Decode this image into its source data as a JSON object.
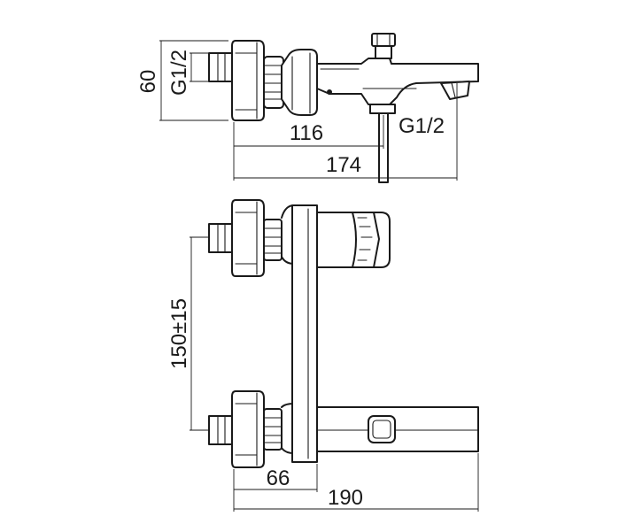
{
  "dimensions": {
    "top_height": "60",
    "inlet_thread": "G1/2",
    "outlet_thread": "G1/2",
    "spout_offset": "116",
    "total_depth": "174",
    "centre_distance": "150±15",
    "body_offset": "66",
    "total_width": "190"
  }
}
